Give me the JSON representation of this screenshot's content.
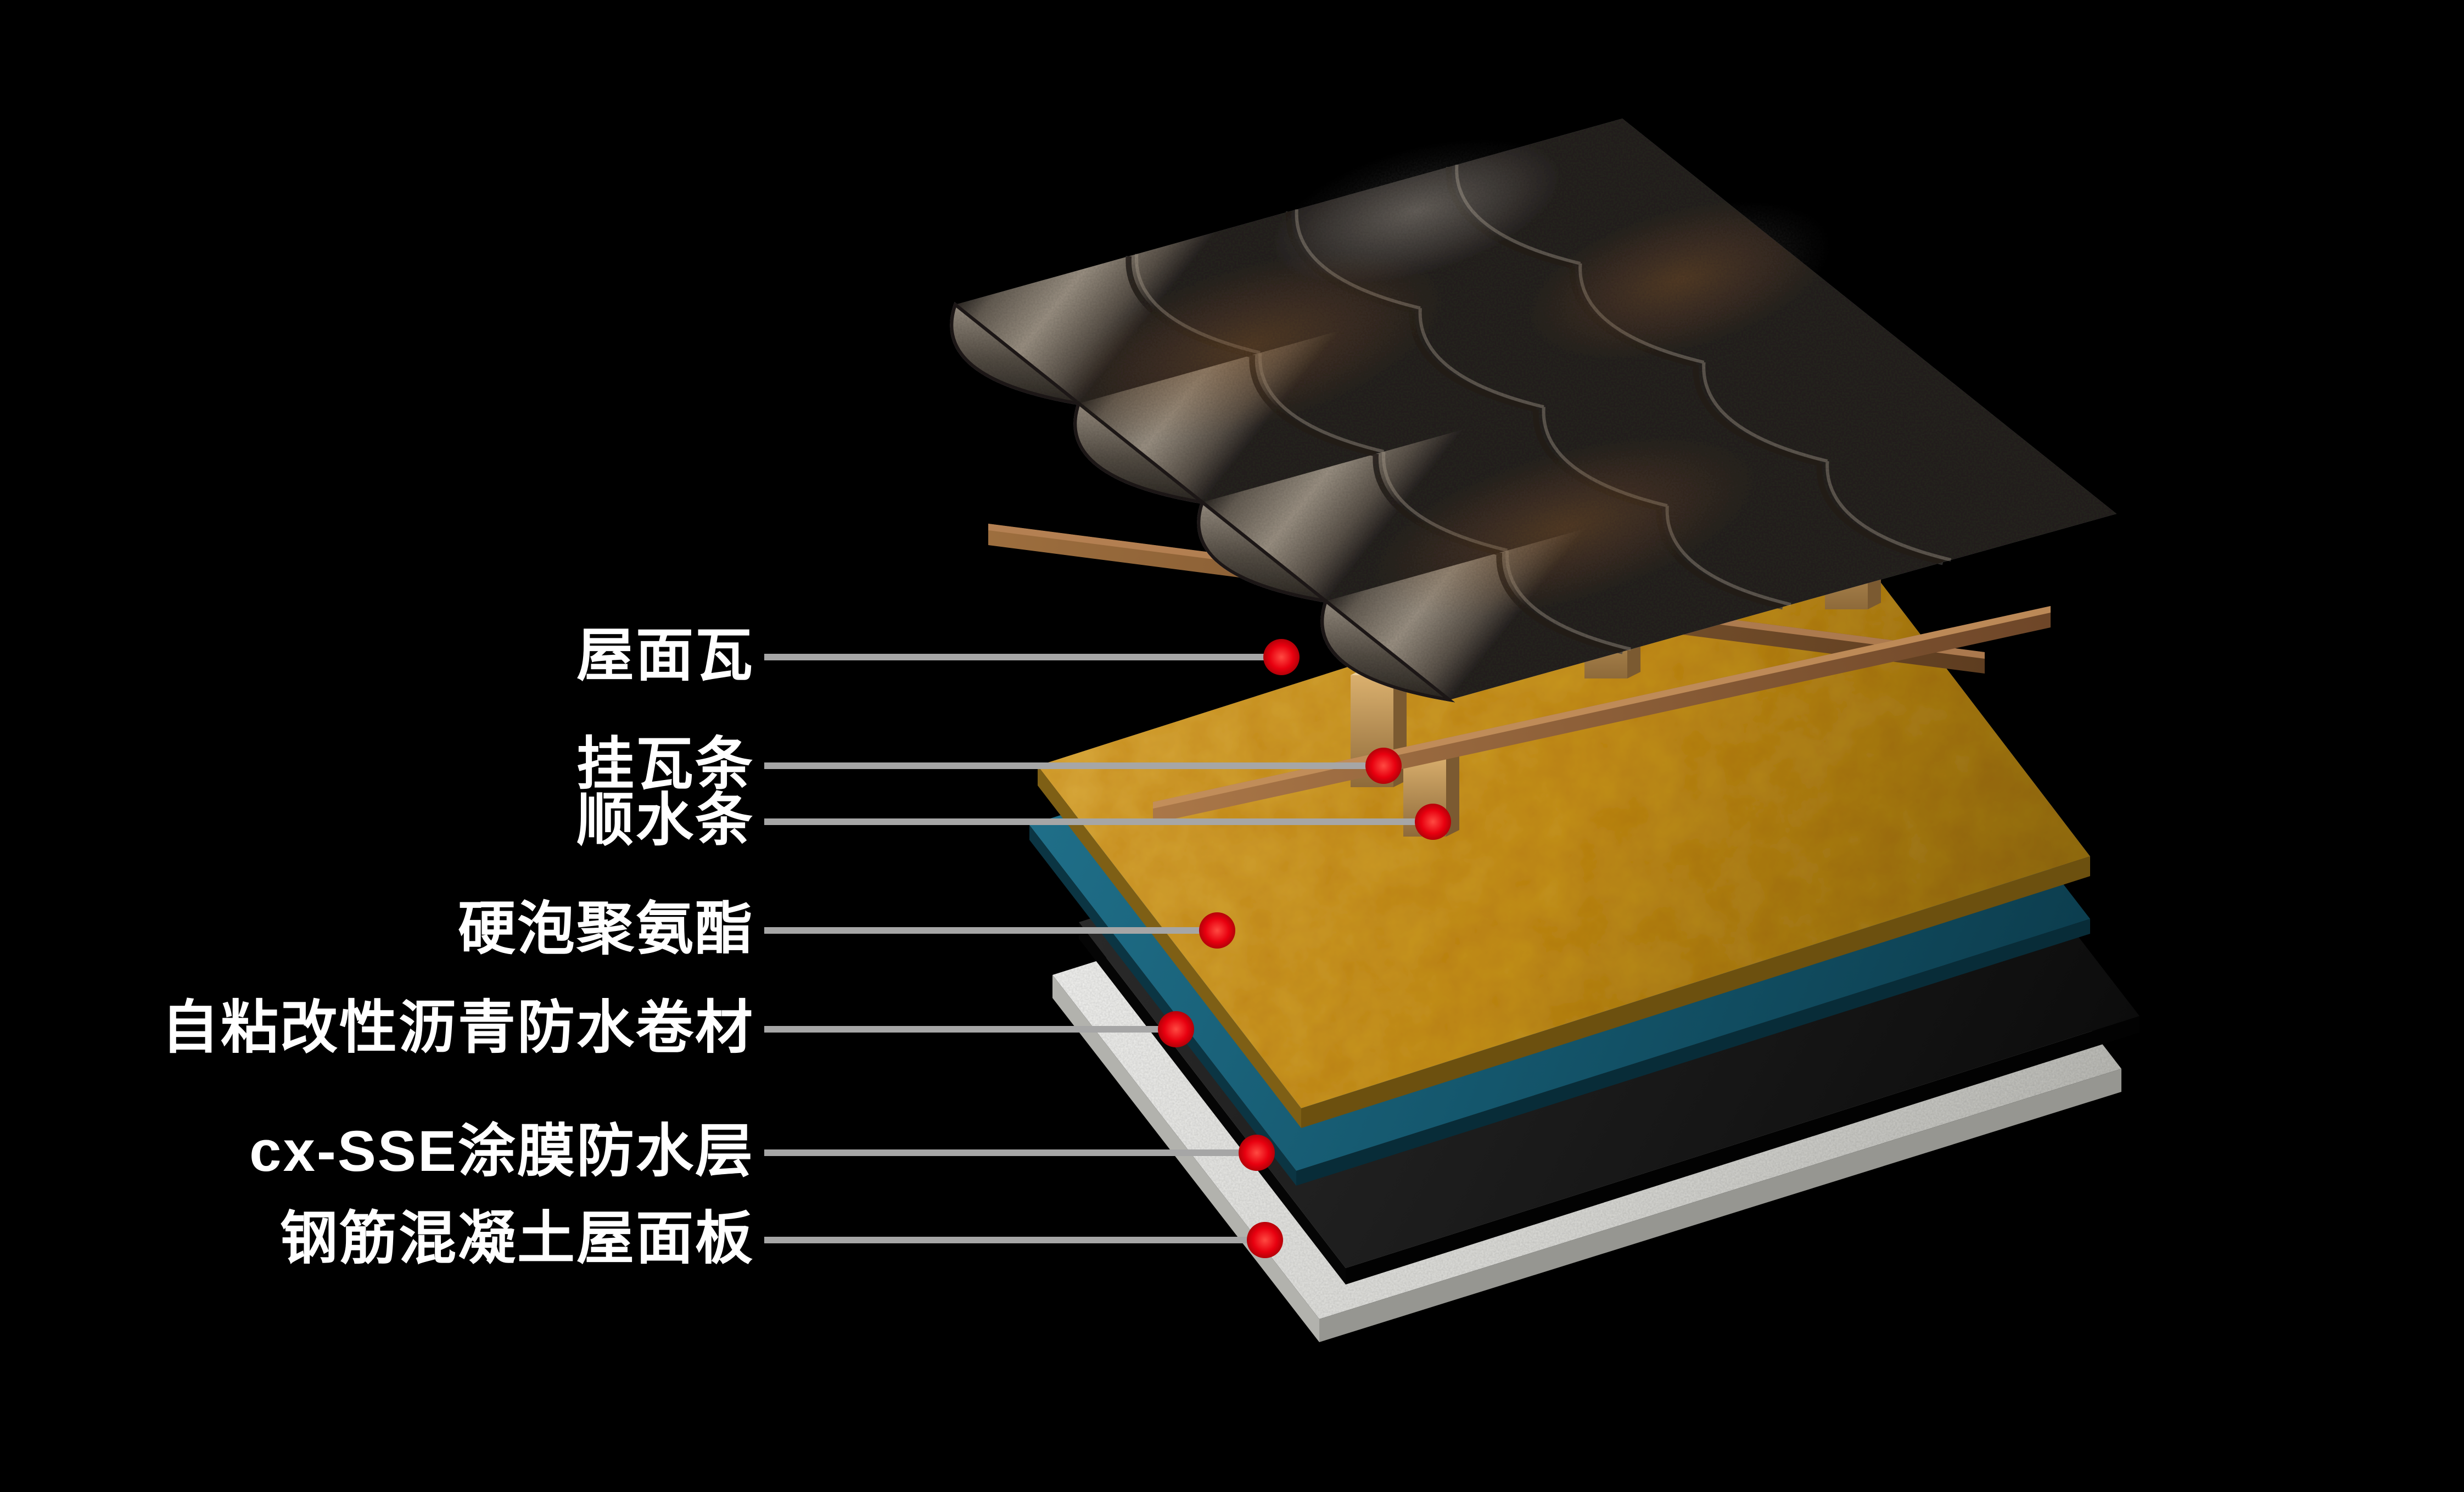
{
  "labels": [
    {
      "id": "roof-tile",
      "text": "屋面瓦"
    },
    {
      "id": "tile-batten",
      "text": "挂瓦条"
    },
    {
      "id": "counter-batten",
      "text": "顺水条"
    },
    {
      "id": "rigid-polyurethane-foam",
      "text": "硬泡聚氨酯"
    },
    {
      "id": "self-adhesive-modified-bitumen-membrane",
      "text": "自粘改性沥青防水卷材"
    },
    {
      "id": "cx-sse-waterproof-coating",
      "text": "cx-SSE涂膜防水层"
    },
    {
      "id": "reinforced-concrete-roof-slab",
      "text": "钢筋混凝土屋面板"
    }
  ],
  "colors": {
    "background": "#000000",
    "label_text": "#ffffff",
    "leader_line": "#a6a6a6",
    "marker_dot": "#e8000f",
    "roof_tile_gray": "#8d8378",
    "wood_batten_brown": "#9d6e3e",
    "foam_gold": "#c6971f",
    "membrane_teal": "#14566c",
    "coating_black": "#111111",
    "concrete_white": "#dcdcd8"
  }
}
